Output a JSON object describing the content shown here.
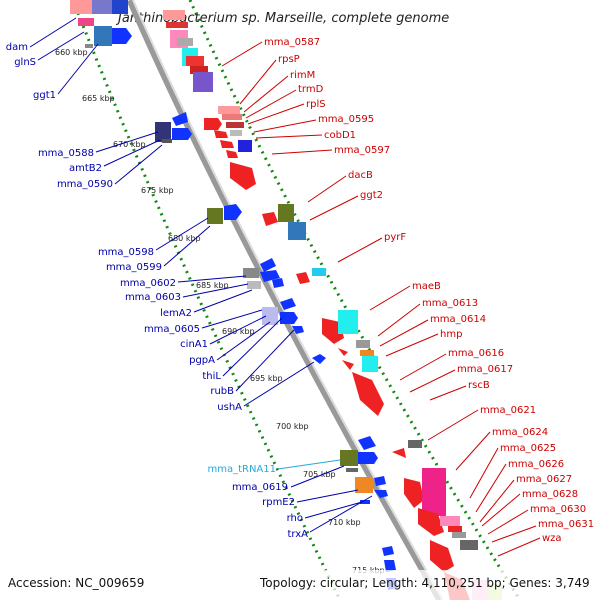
{
  "title": "Janthinobacterium sp. Marseille, complete genome",
  "footer": {
    "accession": "Accession: NC_009659",
    "topology": "Topology: circular; Length: 4,110,251 bp; Genes: 3,749"
  },
  "colors": {
    "forward_label": "#cc0000",
    "reverse_label": "#0000aa",
    "trna_label": "#22aadd",
    "backbone": "#999999",
    "ruler_dots": "#118811"
  },
  "kbp_ticks": [
    "660 kbp",
    "665 kbp",
    "670 kbp",
    "675 kbp",
    "680 kbp",
    "685 kbp",
    "690 kbp",
    "695 kbp",
    "700 kbp",
    "705 kbp",
    "710 kbp",
    "715 kbp"
  ],
  "left_labels": [
    {
      "text": "dam",
      "type": "reverse"
    },
    {
      "text": "glnS",
      "type": "reverse"
    },
    {
      "text": "ggt1",
      "type": "reverse"
    },
    {
      "text": "mma_0588",
      "type": "reverse"
    },
    {
      "text": "amtB2",
      "type": "reverse"
    },
    {
      "text": "mma_0590",
      "type": "reverse"
    },
    {
      "text": "mma_0598",
      "type": "reverse"
    },
    {
      "text": "mma_0599",
      "type": "reverse"
    },
    {
      "text": "mma_0602",
      "type": "reverse"
    },
    {
      "text": "mma_0603",
      "type": "reverse"
    },
    {
      "text": "lemA2",
      "type": "reverse"
    },
    {
      "text": "mma_0605",
      "type": "reverse"
    },
    {
      "text": "cinA1",
      "type": "reverse"
    },
    {
      "text": "pgpA",
      "type": "reverse"
    },
    {
      "text": "thiL",
      "type": "reverse"
    },
    {
      "text": "rubB",
      "type": "reverse"
    },
    {
      "text": "ushA",
      "type": "reverse"
    },
    {
      "text": "mma_tRNA11",
      "type": "trna"
    },
    {
      "text": "mma_0619",
      "type": "reverse"
    },
    {
      "text": "rpmE2",
      "type": "reverse"
    },
    {
      "text": "rho",
      "type": "reverse"
    },
    {
      "text": "trxA",
      "type": "reverse"
    }
  ],
  "right_labels": [
    {
      "text": "mma_0587"
    },
    {
      "text": "rpsP"
    },
    {
      "text": "rimM"
    },
    {
      "text": "trmD"
    },
    {
      "text": "rplS"
    },
    {
      "text": "mma_0595"
    },
    {
      "text": "cobD1"
    },
    {
      "text": "mma_0597"
    },
    {
      "text": "dacB"
    },
    {
      "text": "ggt2"
    },
    {
      "text": "pyrF"
    },
    {
      "text": "maeB"
    },
    {
      "text": "mma_0613"
    },
    {
      "text": "mma_0614"
    },
    {
      "text": "hmp"
    },
    {
      "text": "mma_0616"
    },
    {
      "text": "mma_0617"
    },
    {
      "text": "rscB"
    },
    {
      "text": "mma_0621"
    },
    {
      "text": "mma_0624"
    },
    {
      "text": "mma_0625"
    },
    {
      "text": "mma_0626"
    },
    {
      "text": "mma_0627"
    },
    {
      "text": "mma_0628"
    },
    {
      "text": "mma_0630"
    },
    {
      "text": "mma_0631"
    },
    {
      "text": "wza"
    }
  ]
}
